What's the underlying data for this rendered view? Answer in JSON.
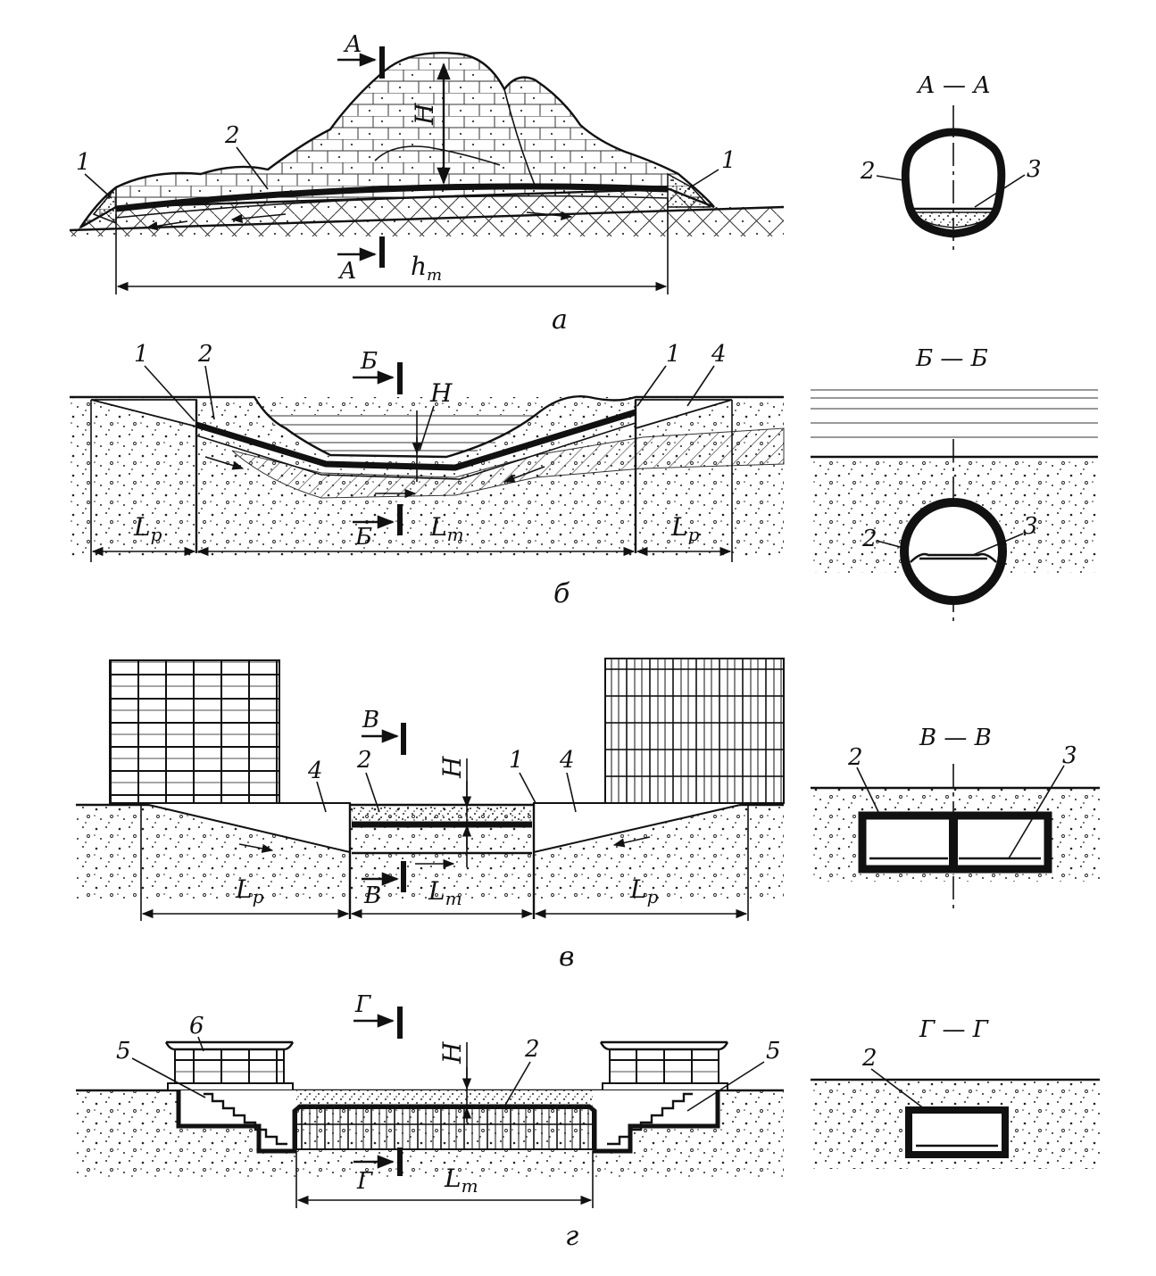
{
  "colors": {
    "ink": "#111111",
    "paper": "#ffffff"
  },
  "panel_a": {
    "caption": "а",
    "section_mark": "А",
    "section_title": "А — А",
    "dim_H": "H",
    "dim_length": "h",
    "dim_length_sub": "т",
    "labels": {
      "portal_left": "1",
      "portal_right": "1",
      "tunnel": "2",
      "xs_lining": "2",
      "xs_roadway": "3"
    }
  },
  "panel_b": {
    "caption": "б",
    "section_mark": "Б",
    "section_title": "Б — Б",
    "dim_H": "H",
    "dim_Lp": "L",
    "dim_Lp_sub": "p",
    "dim_Lt": "L",
    "dim_Lt_sub": "т",
    "labels": {
      "portal_left": "1",
      "tunnel": "2",
      "portal_right": "1",
      "ramp": "4",
      "xs_lining": "2",
      "xs_roadway": "3"
    }
  },
  "panel_v": {
    "caption": "в",
    "section_mark": "В",
    "section_title": "В — В",
    "dim_H": "H",
    "dim_Lp": "L",
    "dim_Lp_sub": "p",
    "dim_Lt": "L",
    "dim_Lt_sub": "т",
    "labels": {
      "ramp_left": "4",
      "tunnel": "2",
      "portal": "1",
      "ramp_right": "4",
      "xs_lining": "2",
      "xs_roadway": "3"
    }
  },
  "panel_g": {
    "caption": "г",
    "section_mark": "Г",
    "section_title": "Г — Г",
    "dim_H": "H",
    "dim_Lt": "L",
    "dim_Lt_sub": "т",
    "labels": {
      "pavilion": "6",
      "stair_left": "5",
      "tunnel": "2",
      "stair_right": "5",
      "xs_lining": "2"
    }
  }
}
